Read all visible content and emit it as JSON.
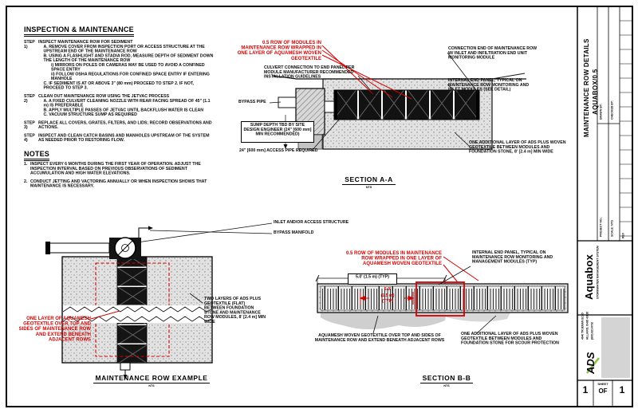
{
  "colors": {
    "annotation_red": "#d40000",
    "logo_green": "#8CC63E",
    "stipple_gray": "#e2e2e2"
  },
  "inspection": {
    "heading": "INSPECTION & MAINTENANCE",
    "steps": [
      {
        "label": "STEP 1)",
        "title": "INSPECT MAINTENANCE ROW FOR SEDIMENT",
        "items": [
          "A. REMOVE COVER FROM INSPECTION PORT OR ACCESS STRUCTURE AT THE UPSTREAM END OF THE MAINTENANCE ROW",
          "B. USING A FLASHLIGHT AND STADIA ROD, MEASURE DEPTH OF SEDIMENT DOWN THE LENGTH OF THE MAINTENANCE ROW",
          "i) MIRRORS ON POLES OR CAMERAS MAY BE USED TO AVOID A CONFINED SPACE ENTRY",
          "ii) FOLLOW OSHA REGULATIONS FOR CONFINED SPACE ENTRY IF ENTERING MANHOLE",
          "C. IF SEDIMENT IS AT OR ABOVE 3\" (80 mm) PROCEED TO STEP 2. IF NOT, PROCEED TO STEP 3."
        ]
      },
      {
        "label": "STEP 2)",
        "title": "CLEAN OUT MAINTENANCE ROW USING THE JETVAC PROCESS",
        "items": [
          "A. A FIXED CULVERT CLEANING NOZZLE WITH REAR FACING SPREAD OF 45\" (1.1 m) IS PREFERABLE",
          "B. APPLY MULTIPLE PASSES OF JETVAC UNTIL BACKFLUSH WATER IS CLEAN",
          "C. VACUUM STRUCTURE SUMP AS REQUIRED"
        ]
      },
      {
        "label": "STEP 3)",
        "title": "REPLACE ALL COVERS, GRATES, FILTERS, AND LIDS; RECORD OBSERVATIONS AND ACTIONS.",
        "items": []
      },
      {
        "label": "STEP 4)",
        "title": "INSPECT AND CLEAN CATCH BASINS AND MANHOLES UPSTREAM OF THE SYSTEM AS NEEDED PRIOR TO RESTORING FLOW.",
        "items": []
      }
    ],
    "notes_heading": "NOTES",
    "notes": [
      {
        "num": "1.",
        "text": "INSPECT EVERY 6 MONTHS DURING THE FIRST YEAR OF OPERATION. ADJUST THE INSPECTION INTERVAL BASED ON PREVIOUS OBSERVATIONS OF SEDIMENT ACCUMULATION AND HIGH WATER ELEVATIONS."
      },
      {
        "num": "2.",
        "text": "CONDUCT JETTING AND VACTORING ANNUALLY OR WHEN INSPECTION SHOWS THAT MAINTENANCE IS NECESSARY."
      }
    ]
  },
  "section_a": {
    "red_note": "0.5 ROW OF MODULES IN MAINTENANCE ROW WRAPPED IN ONE LAYER OF AQUAMESH WOVEN GEOTEXTILE",
    "connection_note": "CULVERT CONNECTION TO END PANEL PER MODULE MANUFACTURER RECOMMENDED INSTALLATION GUIDELINES",
    "bypass_label": "BYPASS PIPE",
    "sump_note": "SUMP DEPTH TBD BY SITE DESIGN ENGINEER (24\" [600 mm] MIN RECOMMENDED)",
    "access_note": "24\" [600 mm] ACCESS PIPE REQUIRED",
    "right_note_1": "CONNECTION END OF MAINTENANCE ROW W/ INLET AND INFILTRATION END UNIT MONITORING MODULE",
    "right_note_2": "INTERNAL END PANEL, TYPICAL ON MAINTENANCE ROW MONITORING AND INLET MODULES (SEE DETAIL)",
    "bottom_note": "ONE ADDITIONAL LAYER OF ADS PLUS WOVEN GEOTEXTILE BETWEEN MODULES AND FOUNDATION STONE, 8' [2.4 m] MIN WIDE",
    "title": "SECTION A-A",
    "scale": "NTS"
  },
  "row_example": {
    "riser_label": "INLET AND/OR ACCESS STRUCTURE",
    "bypass_label": "BYPASS MANIFOLD",
    "geotextile_note": "TWO LAYERS OF ADS PLUS GEOTEXTILE (FLAT) BETWEEN FOUNDATION STONE AND MAINTENANCE ROW MODULES, 8' [2.4 m] MIN WIDE",
    "red_note": "ONE LAYER OF AQUAMESH GEOTEXTILE OVER TOP AND SIDES OF MAINTENANCE ROW AND EXTEND BENEATH ADJACENT ROWS",
    "title": "MAINTENANCE ROW EXAMPLE",
    "scale": "NTS"
  },
  "section_b": {
    "red_note": "0.5 ROW OF MODULES IN MAINTENANCE ROW WRAPPED IN ONE LAYER OF AQUAMESH WOVEN GEOTEXTILE",
    "end_panel_note": "INTERNAL END PANEL, TYPICAL ON MAINTENANCE ROW MONITORING AND MANAGEMENT MODULES (TYP)",
    "dim_label": "5.0' (1.5 m) (TYP)",
    "red_dim_1": "5.0'",
    "red_dim_2": "(1.5 m)",
    "red_dim_3": "(TYP)",
    "left_note": "AQUAMESH WOVEN GEOTEXTILE OVER TOP AND SIDES OF MAINTENANCE ROW AND EXTEND BENEATH ADJACENT ROWS",
    "right_note": "ONE ADDITIONAL LAYER OF ADS PLUS WOVEN GEOTEXTILE BETWEEN MODULES AND FOUNDATION STONE FOR SCOUR PROTECTION",
    "title": "SECTION B-B",
    "scale": "NTS"
  },
  "title_block": {
    "title_line1": "MAINTENANCE ROW DETAILS",
    "title_line2": "AQUABOX/0.5",
    "field_drawn": "DRAWN BY:",
    "field_checked": "CHECKED BY:",
    "field_project": "PROJECT NO.:",
    "field_scale": "SCALE: NTS",
    "rev_header": "REV",
    "brand_name": "Aquabox",
    "brand_tagline": "STORMWATER MANAGEMENT SYSTEM",
    "address_line1": "4640 TRUEMAN BLVD",
    "address_line2": "HILLIARD, OHIO 43026",
    "address_line3": "(800) 821-6710",
    "logo_text": "ADS",
    "sheet_label": "SHEET",
    "sheet_of": "OF",
    "sheet_num": "1",
    "sheet_total": "1"
  }
}
